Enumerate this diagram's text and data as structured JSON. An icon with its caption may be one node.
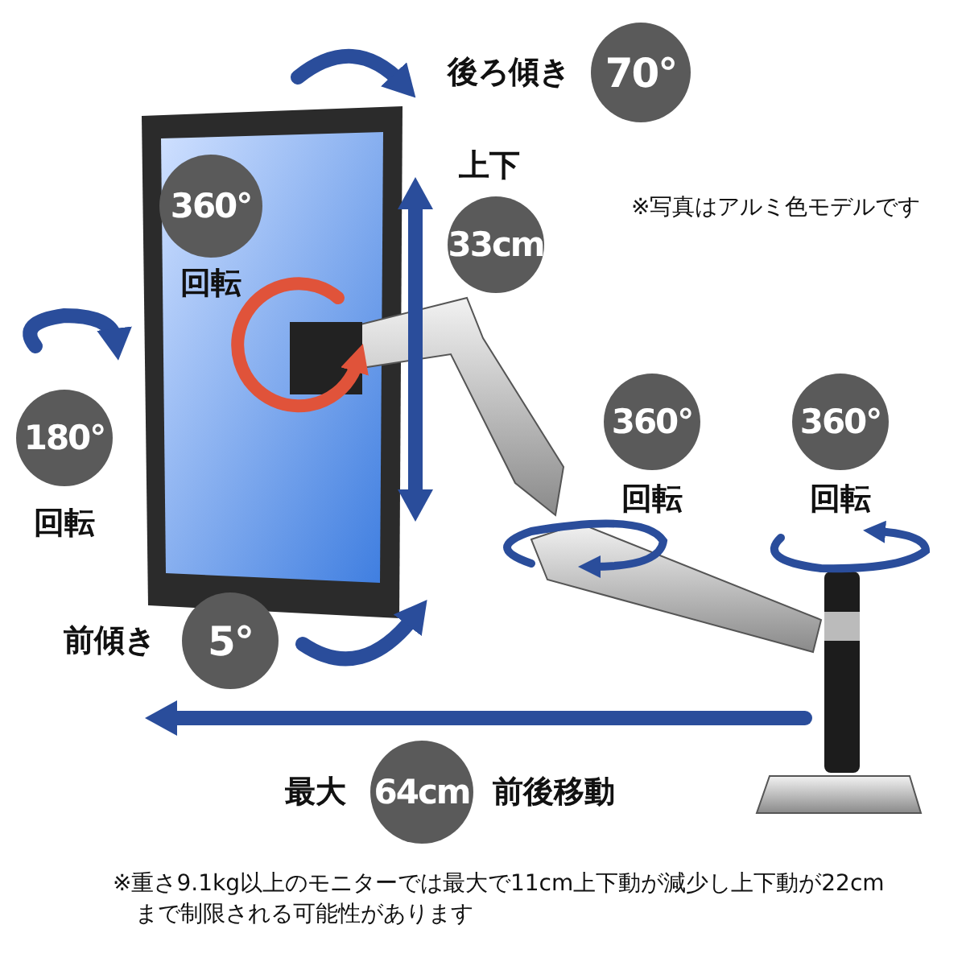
{
  "diagram": {
    "nodes": [
      {
        "text": [
          "70°"
        ],
        "beside": [
          "後ろ傾き"
        ]
      },
      {
        "text": [
          "360°"
        ],
        "beside": [
          "回転"
        ]
      },
      {
        "text": [
          "33cm"
        ],
        "beside": [
          "上下"
        ]
      },
      {
        "text": [
          "180°"
        ],
        "beside": [
          "回転"
        ]
      },
      {
        "text": [
          "360°"
        ],
        "beside": [
          "回転"
        ]
      },
      {
        "text": [
          "360°"
        ],
        "beside": [
          "回転"
        ]
      },
      {
        "text": [
          "5°"
        ],
        "beside": [
          "前傾き"
        ]
      },
      {
        "text": [
          "64cm"
        ],
        "beside": [
          "最大",
          "前後移動"
        ]
      }
    ],
    "labels": [
      "※写真はアルミ色モデルです",
      "※重さ9.1kg以上のモニターでは最大で11cm上下動が減少し上下動が22cmまで制限される可能性があります"
    ]
  }
}
